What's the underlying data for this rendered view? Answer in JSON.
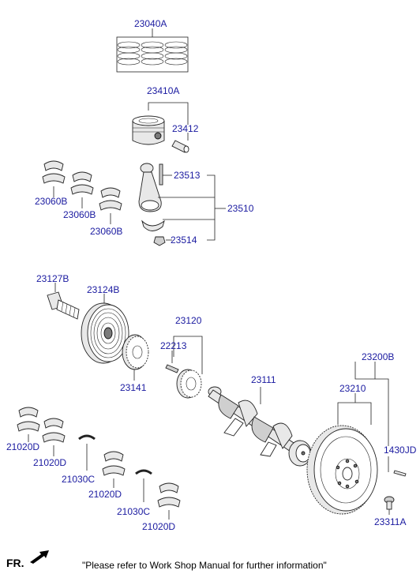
{
  "labels": {
    "p23040A": "23040A",
    "p23410A": "23410A",
    "p23412": "23412",
    "p23513": "23513",
    "p23510": "23510",
    "p23514": "23514",
    "p23060B_1": "23060B",
    "p23060B_2": "23060B",
    "p23060B_3": "23060B",
    "p23127B": "23127B",
    "p23124B": "23124B",
    "p23120": "23120",
    "p22213": "22213",
    "p23141": "23141",
    "p23111": "23111",
    "p23200B": "23200B",
    "p23210": "23210",
    "p1430JD": "1430JD",
    "p23311A": "23311A",
    "p21020D_1": "21020D",
    "p21020D_2": "21020D",
    "p21020D_3": "21020D",
    "p21020D_4": "21020D",
    "p21030C_1": "21030C",
    "p21030C_2": "21030C"
  },
  "footer": {
    "fr_label": "FR.",
    "note": "\"Please refer to Work Shop Manual for further information\""
  },
  "colors": {
    "label_blue": "#1a1aa0",
    "line": "#222222",
    "background": "#ffffff"
  }
}
